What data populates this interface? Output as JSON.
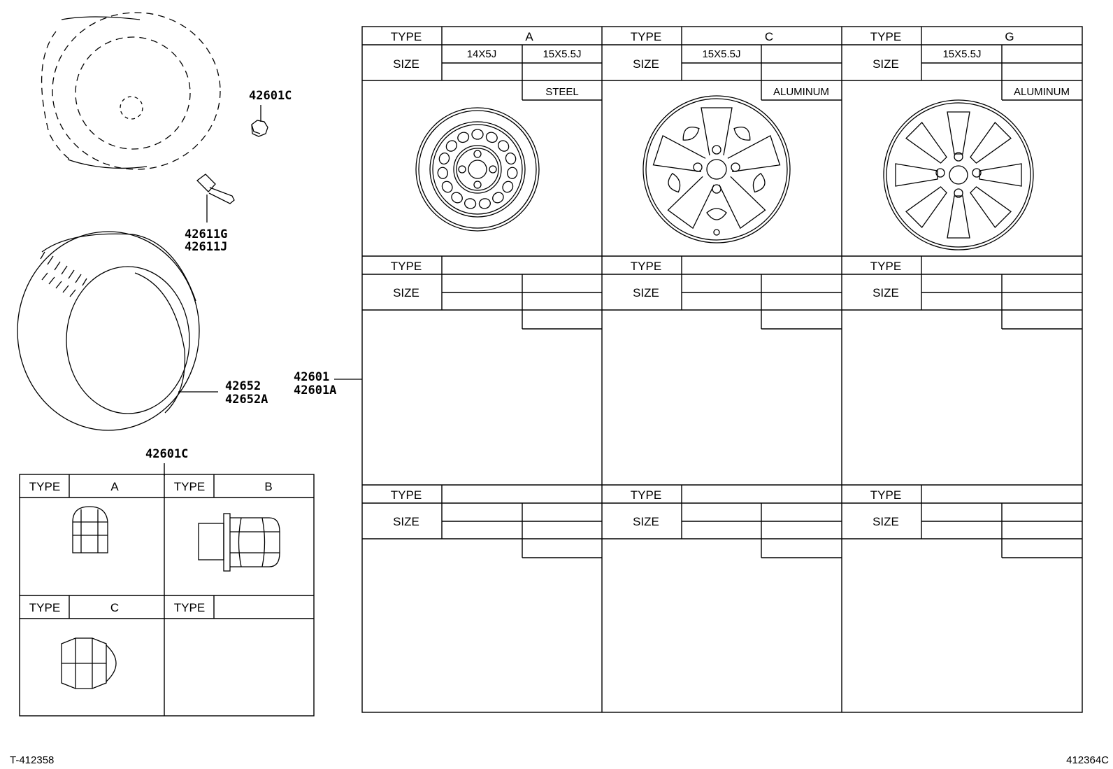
{
  "labels": {
    "valve_cap": "42601C",
    "valve_1": "42611G",
    "valve_2": "42611J",
    "tire_1": "42652",
    "tire_2": "42652A",
    "wheel_1": "42601",
    "wheel_2": "42601A",
    "nut_title": "42601C"
  },
  "wheel_table": {
    "type_label": "TYPE",
    "size_label": "SIZE",
    "top_row": [
      {
        "type": "A",
        "size_1": "14X5J",
        "size_2": "15X5.5J",
        "material": "STEEL",
        "image": "steel-wheel-icon"
      },
      {
        "type": "C",
        "size_1": "15X5.5J",
        "size_2": "",
        "material": "ALUMINUM",
        "image": "alloy-5-spoke-wheel-icon"
      },
      {
        "type": "G",
        "size_1": "15X5.5J",
        "size_2": "",
        "material": "ALUMINUM",
        "image": "alloy-8-spoke-wheel-icon"
      }
    ]
  },
  "nut_table": {
    "type_label": "TYPE",
    "cells": [
      {
        "type": "A",
        "image": "open-lug-nut-icon"
      },
      {
        "type": "B",
        "image": "flanged-lug-nut-icon"
      },
      {
        "type": "C",
        "image": "cap-lug-nut-icon"
      },
      {
        "type": "",
        "image": ""
      }
    ]
  },
  "footer": {
    "left_code": "T-412358",
    "right_code": "412364C"
  }
}
